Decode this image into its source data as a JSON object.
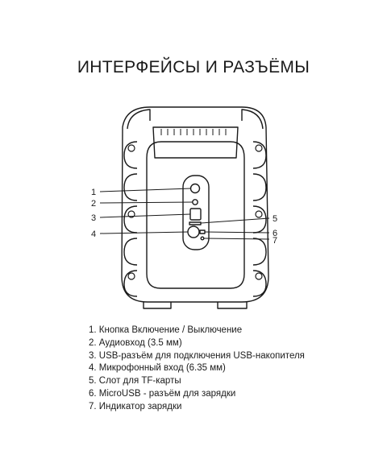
{
  "title": "ИНТЕРФЕЙСЫ И РАЗЪЁМЫ",
  "callouts": [
    "1",
    "2",
    "3",
    "4",
    "5",
    "6",
    "7"
  ],
  "legend": [
    "1. Кнопка Включение / Выключение",
    "2. Аудиовход (3.5 мм)",
    "3. USB-разъём для подключения USB-накопителя",
    "4. Микрофонный вход (6.35 мм)",
    "5. Слот для TF-карты",
    "6. MicroUSB - разъём для зарядки",
    "7. Индикатор зарядки"
  ],
  "colors": {
    "stroke": "#1a1a1a",
    "background": "#ffffff"
  }
}
